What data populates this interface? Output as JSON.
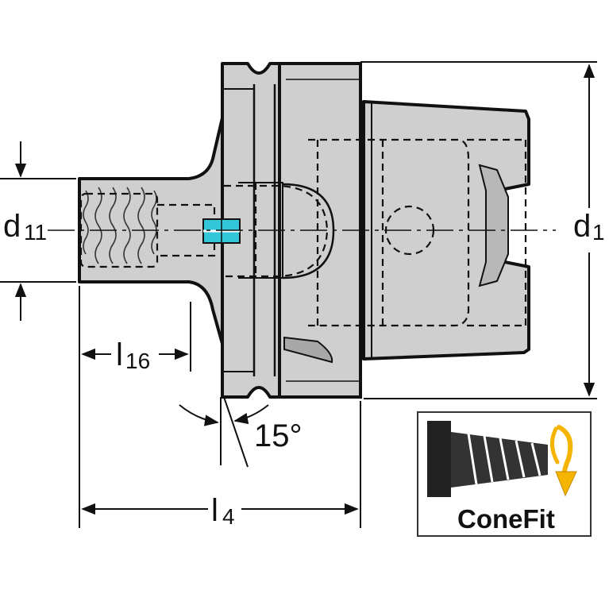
{
  "labels": {
    "d11_main": "d",
    "d11_sub": "11",
    "d1_main": "d",
    "d1_sub": "1",
    "l16_main": "l",
    "l16_sub": "16",
    "l4_main": "l",
    "l4_sub": "4",
    "angle": "15°"
  },
  "badge": {
    "text": "ConeFit"
  },
  "colors": {
    "body_fill": "#cfcfcf",
    "outline": "#111111",
    "coolant_highlight": "#33c6d8",
    "arrow_accent": "#f4b400",
    "badge_border": "#333333"
  },
  "icons": {
    "badge_icon": "conefit-thread-icon",
    "rotation": "rotate-arrow-icon"
  }
}
